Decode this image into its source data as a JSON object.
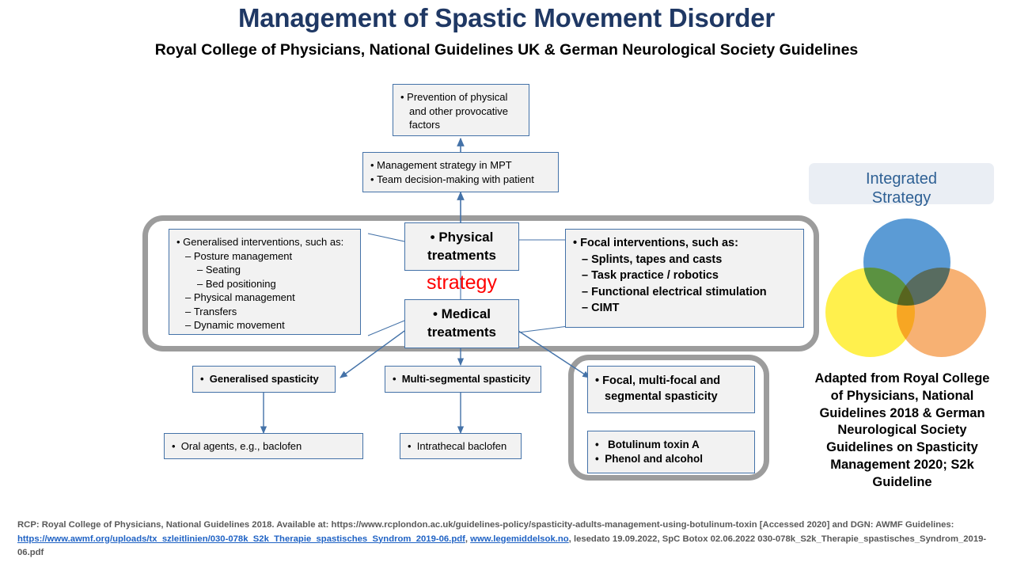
{
  "header": {
    "title": "Management of Spastic Movement Disorder",
    "subtitle": "Royal College of Physicians, National Guidelines UK & German Neurological Society Guidelines"
  },
  "flow": {
    "prevention": {
      "lines": [
        "Prevention of physical",
        "and other provocative",
        "factors"
      ]
    },
    "management_strategy": {
      "lines": [
        "Management strategy in MPT",
        "Team decision-making with patient"
      ]
    },
    "physical_treatments": {
      "line1": "Physical",
      "line2": "treatments"
    },
    "strategy_word": "strategy",
    "medical_treatments": {
      "line1": "Medical",
      "line2": "treatments"
    },
    "generalised_interventions": {
      "heading": "Generalised interventions, such as:",
      "items": [
        {
          "text": "Posture management",
          "level": 1
        },
        {
          "text": "Seating",
          "level": 2
        },
        {
          "text": "Bed positioning",
          "level": 2
        },
        {
          "text": "Physical management",
          "level": 1
        },
        {
          "text": "Transfers",
          "level": 1
        },
        {
          "text": "Dynamic movement",
          "level": 1
        }
      ]
    },
    "focal_interventions": {
      "heading": "Focal interventions, such as:",
      "items": [
        {
          "text": "Splints, tapes and casts",
          "level": 1
        },
        {
          "text": "Task practice / robotics",
          "level": 1
        },
        {
          "text": "Functional electrical stimulation",
          "level": 1
        },
        {
          "text": "CIMT",
          "level": 1
        }
      ]
    },
    "generalised_spasticity": "Generalised spasticity",
    "multi_segmental_spasticity": "Multi-segmental spasticity",
    "focal_spasticity": {
      "line1": "Focal, multi-focal and",
      "line2": "segmental spasticity"
    },
    "oral_agents": "Oral agents, e.g., baclofen",
    "intrathecal_baclofen": "Intrathecal baclofen",
    "focal_drugs": [
      "Botulinum toxin A",
      "Phenol and alcohol"
    ]
  },
  "side_panel": {
    "integrated_label": {
      "line1": "Integrated",
      "line2": "Strategy"
    },
    "venn": {
      "blue": "#5B9BD5",
      "yellow": "#FFF04D",
      "orange": "#F7B173"
    },
    "adapted_text": "Adapted from Royal College of Physicians, National Guidelines 2018 & German Neurological Society Guidelines on Spasticity Management 2020; S2k Guideline"
  },
  "footer": {
    "part1": "RCP: Royal College of Physicians, National Guidelines 2018. Available at: https://www.rcplondon.ac.uk/guidelines-policy/spasticity-adults-management-using-botulinum-toxin [Accessed 2020] and DGN: AWMF Guidelines: ",
    "link1": "https://www.awmf.org/uploads/tx_szleitlinien/030-078k_S2k_Therapie_spastisches_Syndrom_2019-06.pdf",
    "sep1": ", ",
    "link2": "www.legemiddelsok.no",
    "part2": ", lesedato 19.09.2022, SpC Botox 02.06.2022 030-078k_S2k_Therapie_spastisches_Syndrom_2019-06.pdf"
  },
  "colors": {
    "title": "#1F3864",
    "box_border": "#4472A8",
    "box_fill": "#F2F2F2",
    "grey_enclosure": "#9C9C9C",
    "accent_red": "#FF0000",
    "connector": "#4472A8",
    "footer_text": "#595959",
    "link": "#1F62C4"
  }
}
